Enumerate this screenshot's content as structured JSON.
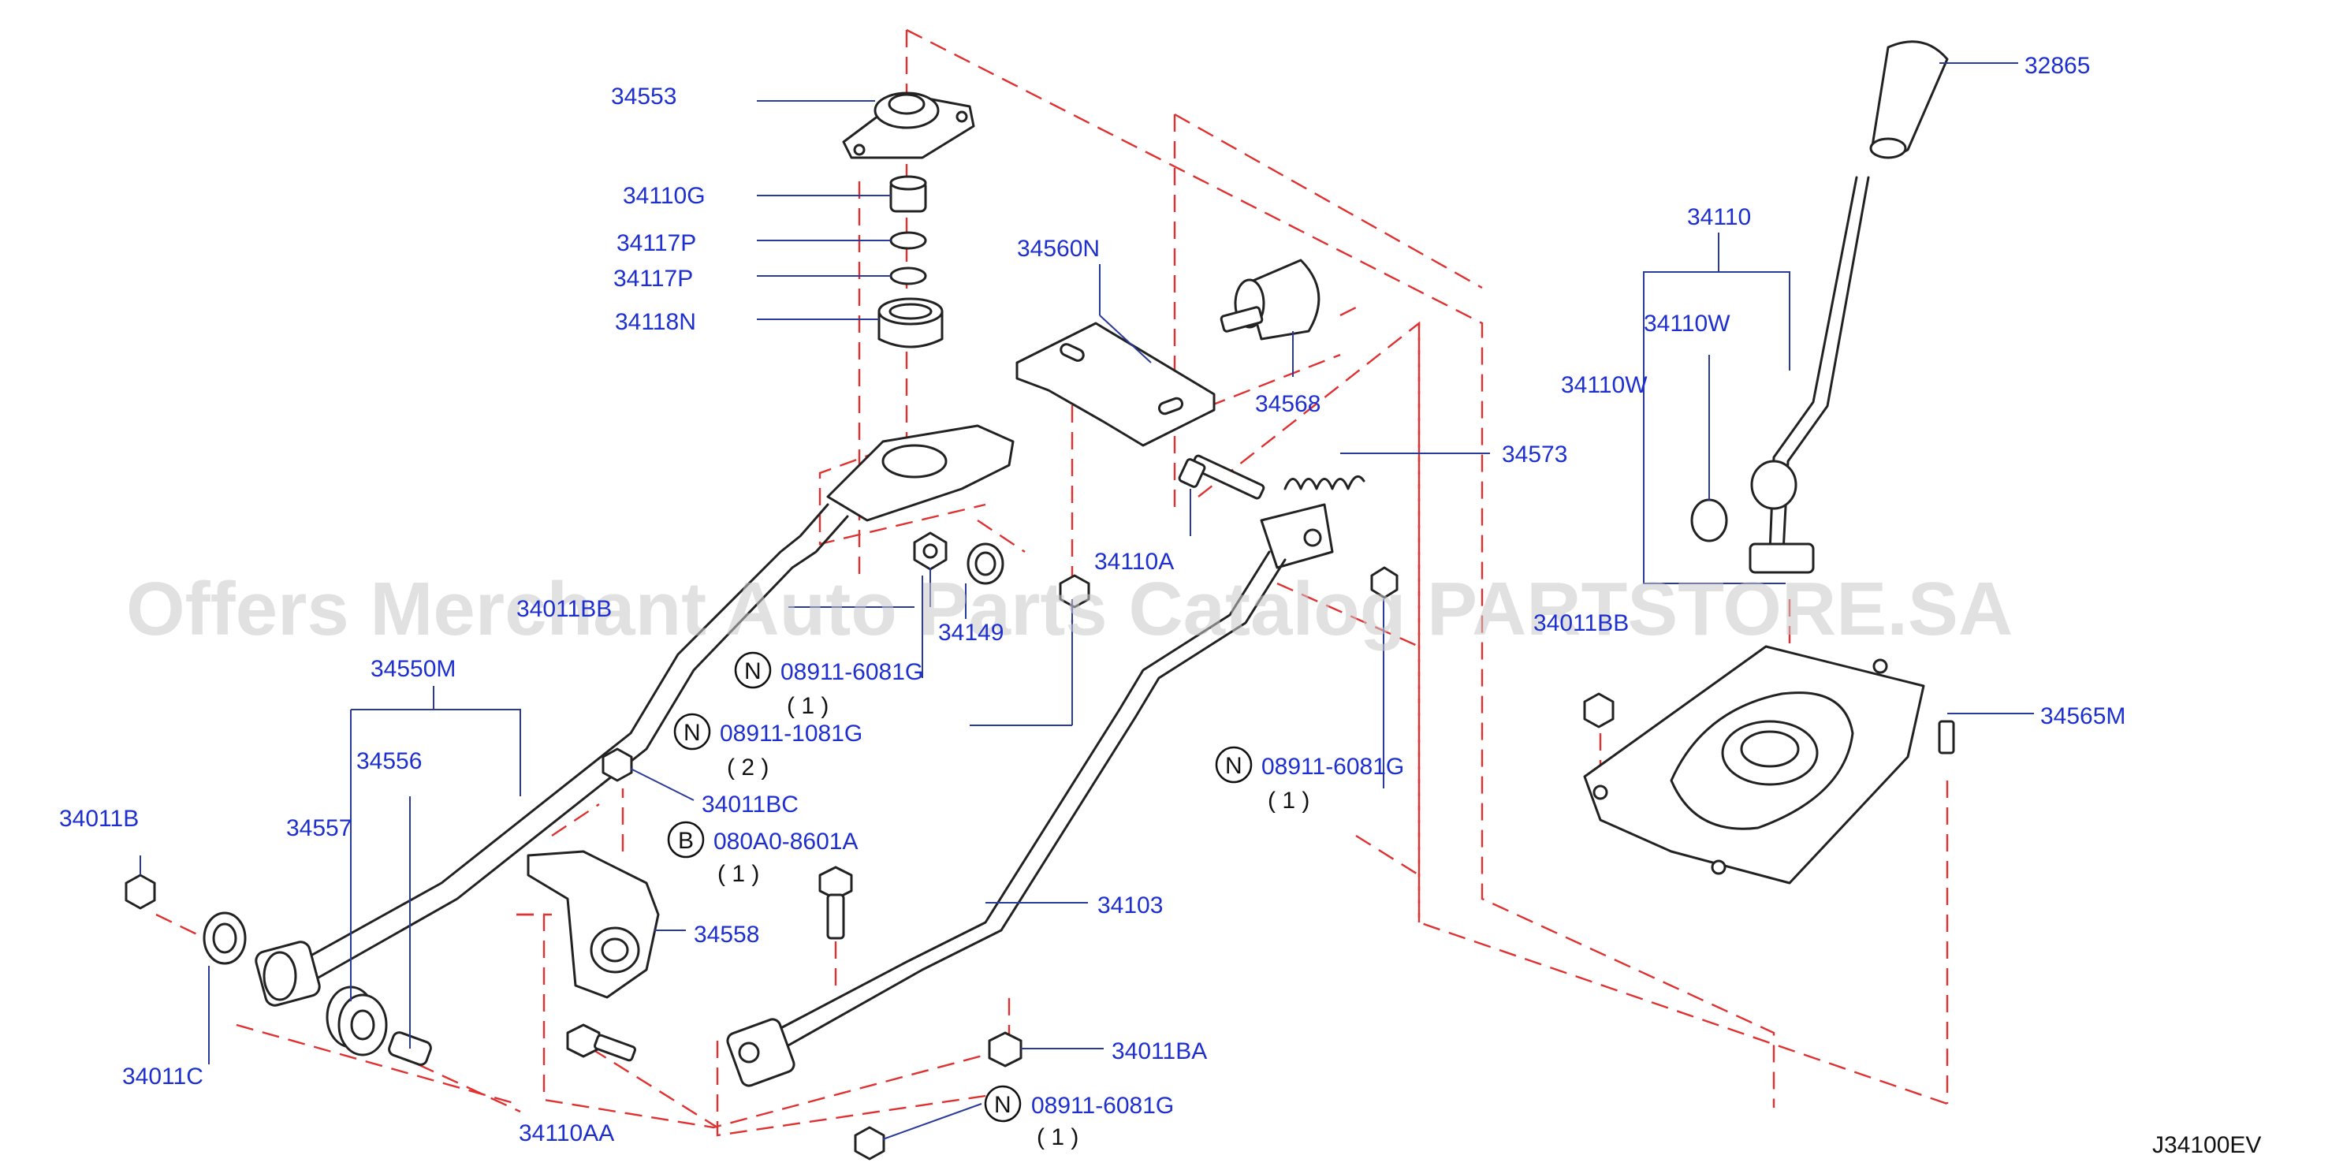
{
  "watermark": "Offers Merchant Auto Parts Catalog PARTSTORE.SA",
  "diagram_code": "J34100EV",
  "labels": {
    "l34553": "34553",
    "l34110G": "34110G",
    "l34117P_a": "34117P",
    "l34117P_b": "34117P",
    "l34118N": "34118N",
    "l34560N": "34560N",
    "l34568": "34568",
    "l34573": "34573",
    "l34110A": "34110A",
    "l34011BB_left": "34011BB",
    "l34149": "34149",
    "l34550M": "34550M",
    "l34556": "34556",
    "l34557": "34557",
    "l34011B": "34011B",
    "l34011C": "34011C",
    "l34011BC": "34011BC",
    "l34558": "34558",
    "l34110AA": "34110AA",
    "l34103": "34103",
    "l34011BA": "34011BA",
    "l32865": "32865",
    "l34110": "34110",
    "l34110W_a": "34110W",
    "l34110W_b": "34110W",
    "l34011BB_right": "34011BB",
    "l34565M": "34565M"
  },
  "callouts": {
    "c1": {
      "symbol": "N",
      "part": "08911-6081G",
      "qty": "( 1 )"
    },
    "c2": {
      "symbol": "N",
      "part": "08911-1081G",
      "qty": "( 2 )"
    },
    "c3": {
      "symbol": "B",
      "part": "080A0-8601A",
      "qty": "( 1 )"
    },
    "c4": {
      "symbol": "N",
      "part": "08911-6081G",
      "qty": "( 1 )"
    },
    "c5": {
      "symbol": "N",
      "part": "08911-6081G",
      "qty": "( 1 )"
    }
  },
  "colors": {
    "label": "#1e2fcf",
    "leader": "#2a3a9a",
    "dashed_guide": "#e03030",
    "outline": "#222222"
  }
}
